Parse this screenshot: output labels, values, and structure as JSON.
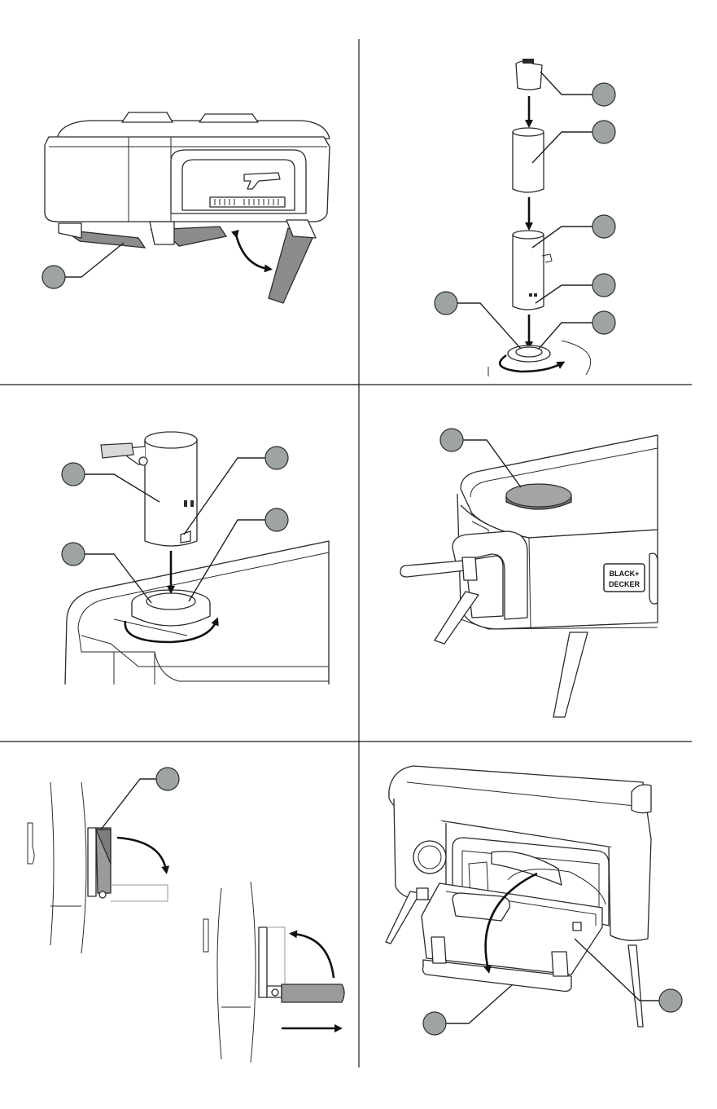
{
  "figure": {
    "panels": [
      {
        "id": "panel-1",
        "content": "unfold-legs"
      },
      {
        "id": "panel-2",
        "content": "chimney-assembly"
      },
      {
        "id": "panel-3",
        "content": "chimney-insert"
      },
      {
        "id": "panel-4",
        "content": "stone-placement"
      },
      {
        "id": "panel-5",
        "content": "handle-fold"
      },
      {
        "id": "panel-6",
        "content": "door-open"
      }
    ],
    "brand_logo": {
      "line1": "BLACK+",
      "line2": "DECKER"
    },
    "callout_color": "#9ea3a3",
    "accent_grey": "#8c8c8c"
  }
}
